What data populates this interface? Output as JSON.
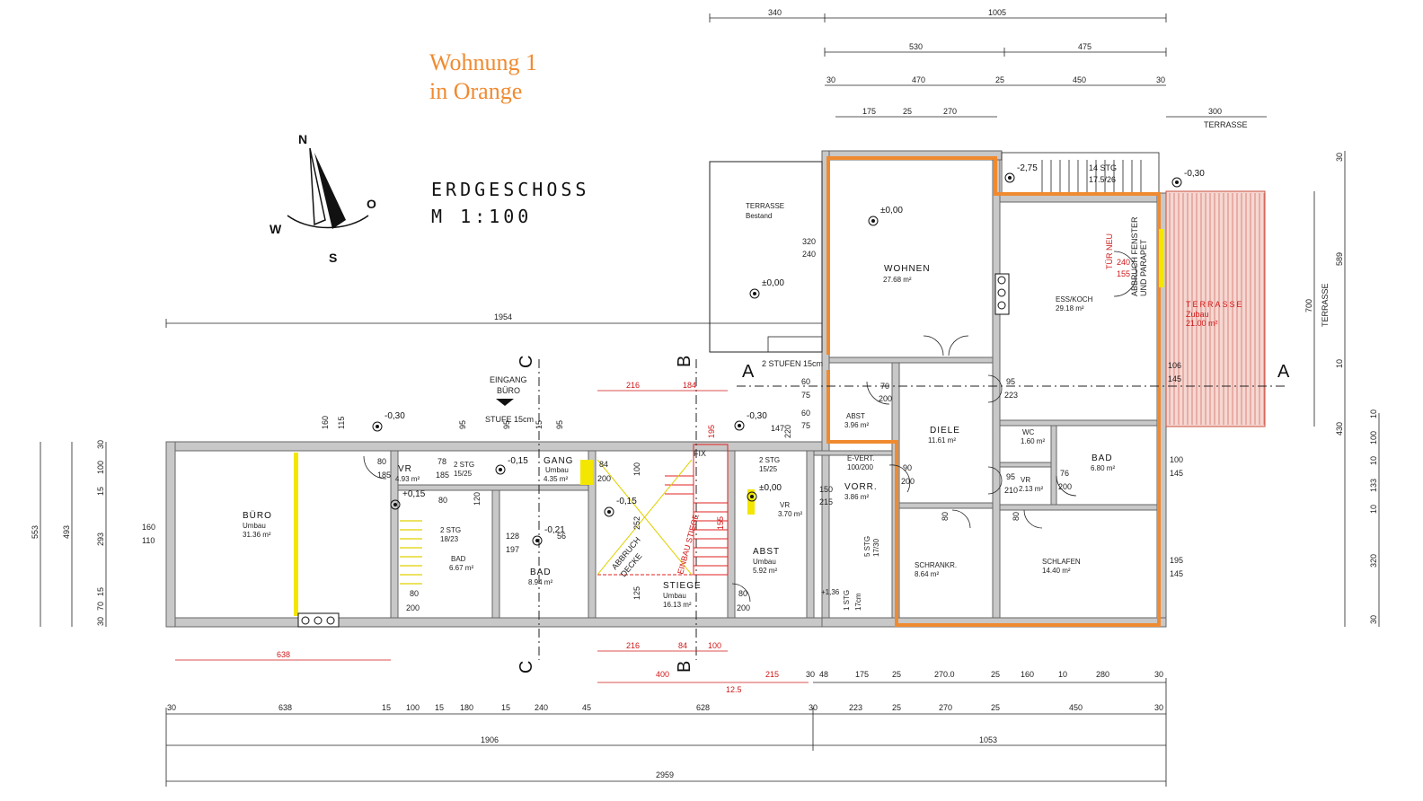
{
  "legend": {
    "line1": "Wohnung 1",
    "line2": "in Orange",
    "color": "#f08a30"
  },
  "title": {
    "line1": "ERDGESCHOSS",
    "line2": "M 1:100"
  },
  "compass": {
    "n": "N",
    "o": "O",
    "s": "S",
    "w": "W"
  },
  "sections": {
    "a": "A",
    "b": "B",
    "c": "C"
  },
  "entrance": {
    "line1": "EINGANG",
    "line2": "BÜRO"
  },
  "rooms": {
    "buero": {
      "name": "BÜRO",
      "sub": "Umbau",
      "area": "31.36 m²"
    },
    "vr1": {
      "name": "VR",
      "area": "4.93 m²"
    },
    "gang": {
      "name": "GANG",
      "sub": "Umbau",
      "area": "4.35 m²"
    },
    "bad1": {
      "name": "BAD",
      "area": "6.67 m²"
    },
    "bad2": {
      "name": "BAD",
      "area": "8.94 m²"
    },
    "stiege": {
      "name": "STIEGE",
      "sub": "Umbau",
      "area": "16.13 m²"
    },
    "abst1": {
      "name": "ABST",
      "sub": "Umbau",
      "area": "5.92 m²"
    },
    "vr2": {
      "name": "VR",
      "area": "3.70 m²"
    },
    "terrasse_bestand": {
      "name": "TERRASSE",
      "sub": "Bestand"
    },
    "wohnen": {
      "name": "WOHNEN",
      "area": "27.68 m²"
    },
    "abst2": {
      "name": "ABST",
      "area": "3.96 m²"
    },
    "diele": {
      "name": "DIELE",
      "area": "11.61 m²"
    },
    "evert": {
      "name": "E-VERT.",
      "sub": "100/200"
    },
    "vorr": {
      "name": "VORR.",
      "area": "3.86 m²"
    },
    "schrankr": {
      "name": "SCHRANKR.",
      "area": "8.64 m²"
    },
    "esskoch": {
      "name": "ESS/KOCH",
      "area": "29.18 m²"
    },
    "wc": {
      "name": "WC",
      "area": "1.60 m²"
    },
    "bad3": {
      "name": "BAD",
      "area": "6.80 m²"
    },
    "vr3": {
      "name": "VR",
      "area": "2.13 m²"
    },
    "schlafen": {
      "name": "SCHLAFEN",
      "area": "14.40 m²"
    },
    "terrasse_neu": {
      "name": "TERRASSE",
      "sub": "Zubau",
      "area": "21.00 m²"
    }
  },
  "labels": {
    "stufen": "2 STUFEN 15cm",
    "stufe": "STUFE 15cm",
    "stg_14": "14 STG",
    "stg_14b": "17.5/26",
    "tuer_neu": "TÜR NEU",
    "abbruch_fenster": "ABBRUCH FENSTER",
    "und_parapet": "UND PARAPET",
    "abbruch_decke_1": "ABBRUCH",
    "abbruch_decke_2": "DECKE",
    "einbau_stiege": "EINBAU STIEGE",
    "fix": "FIX",
    "terrasse_top": "TERRASSE",
    "terrasse_side": "TERRASSE",
    "stg_2_1": "2 STG",
    "stg_2_1b": "15/25",
    "stg_2_2": "2 STG",
    "stg_2_2b": "18/23",
    "stg_2_3": "2 STG",
    "stg_2_3b": "15/25",
    "stg_1": "1 STG",
    "stg_1b": "17cm",
    "stg_5a": "5 STG",
    "stg_5b": "17/30"
  },
  "levels": {
    "l_buero": "-0,30",
    "l_vr": "+0,15",
    "l_gang": "-0,15",
    "l_bad": "-0,21",
    "l_stiege": "-0,15",
    "l_stiege2": "-0,30",
    "l_vr2": "±0,00",
    "l_terrasse": "±0,00",
    "l_wohnen": "±0,00",
    "l_top1": "-2,75",
    "l_top2": "-0,30",
    "l_vorr": "+1,36"
  },
  "dims_top": [
    "340",
    "1005",
    "530",
    "475",
    "30",
    "470",
    "25",
    "450",
    "30",
    "175",
    "25",
    "270",
    "300",
    "1954",
    "216",
    "184",
    "160",
    "115",
    "78",
    "185",
    "95",
    "15",
    "95",
    "95",
    "147",
    "220"
  ],
  "dims_top_red": [
    "216",
    "184",
    "195",
    "240",
    "155"
  ],
  "dims_bottom": [
    "30",
    "638",
    "15",
    "100",
    "15",
    "180",
    "15",
    "240",
    "45",
    "628",
    "30",
    "48",
    "175",
    "25",
    "270.0",
    "25",
    "160",
    "10",
    "280",
    "30",
    "30",
    "223",
    "25",
    "270",
    "25",
    "450",
    "30",
    "1906",
    "1053",
    "2959"
  ],
  "dims_bottom_red": [
    "638",
    "216",
    "84",
    "100",
    "400",
    "215",
    "12.5"
  ],
  "dims_left": [
    "553",
    "493",
    "30",
    "100",
    "15",
    "293",
    "15",
    "70",
    "30",
    "160",
    "110"
  ],
  "dims_right": [
    "30",
    "589",
    "700",
    "10",
    "430",
    "10",
    "100",
    "10",
    "133",
    "10",
    "320",
    "30",
    "106",
    "145",
    "100",
    "145",
    "195",
    "145"
  ],
  "dims_inner": [
    "320",
    "240",
    "60",
    "75",
    "60",
    "75",
    "70",
    "200",
    "95",
    "223",
    "90",
    "200",
    "150",
    "215",
    "80",
    "185",
    "80",
    "120",
    "128",
    "197",
    "56",
    "84",
    "200",
    "100",
    "252",
    "125",
    "80",
    "200",
    "80",
    "200",
    "95",
    "210",
    "76",
    "200",
    "80",
    "80"
  ]
}
